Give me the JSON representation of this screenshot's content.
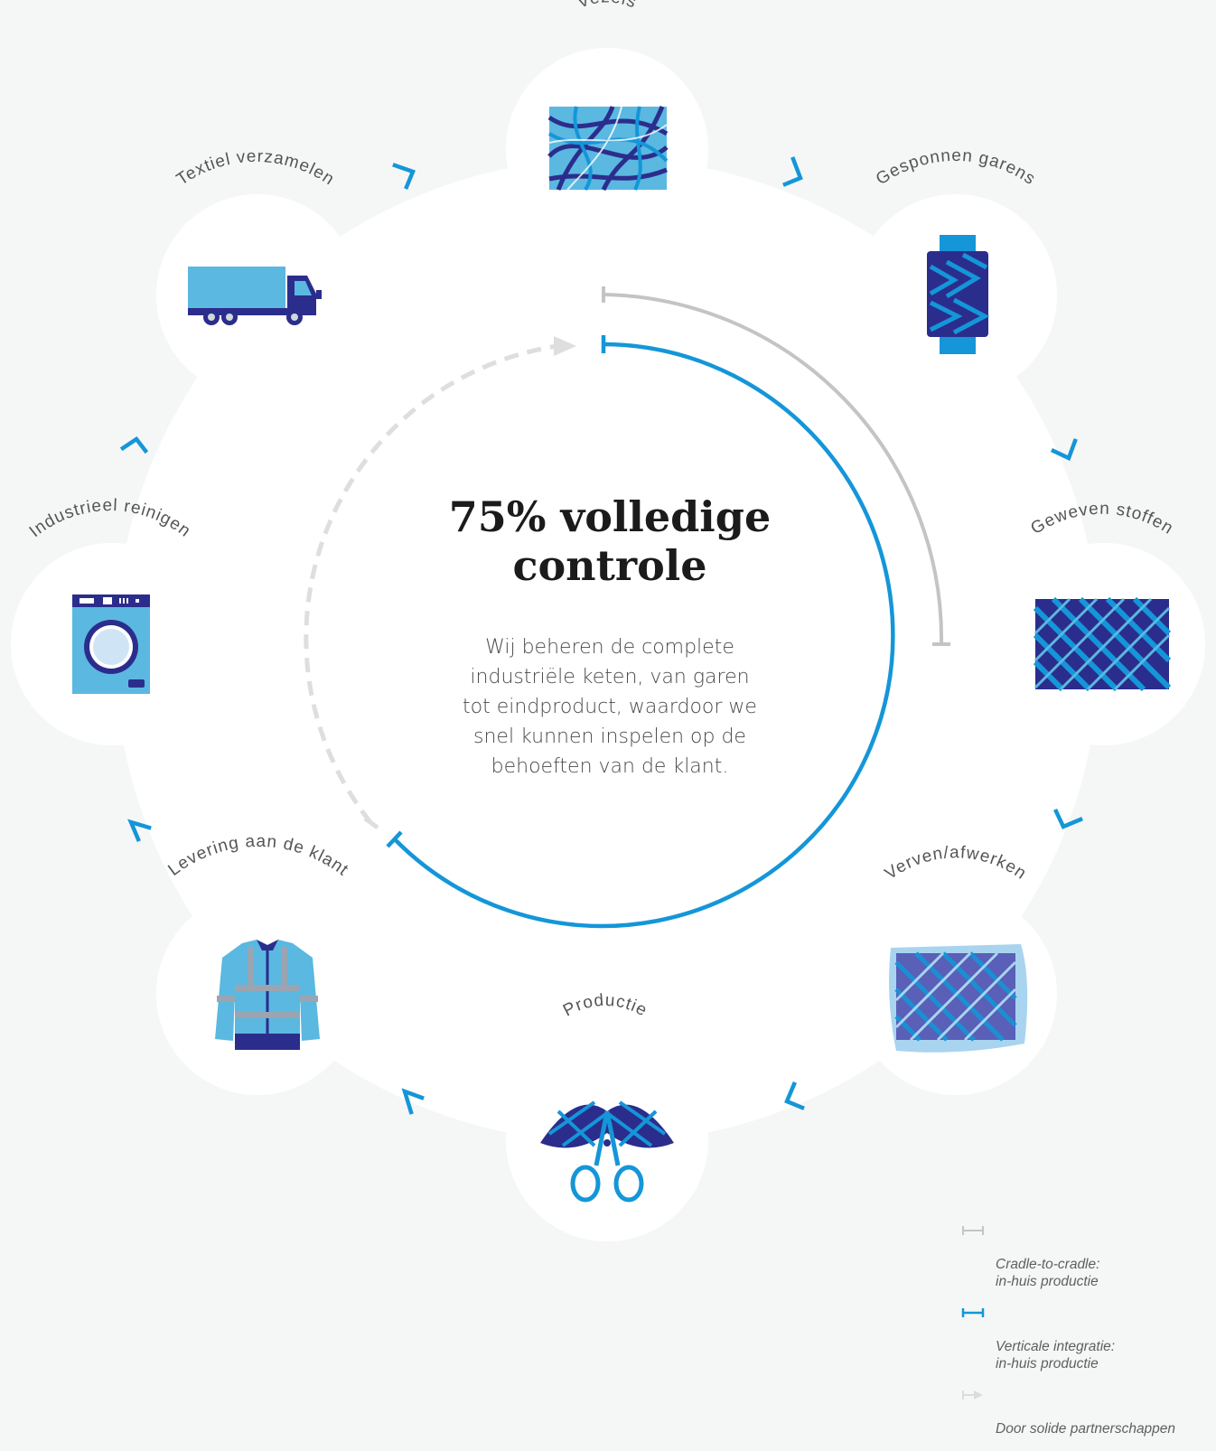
{
  "center": {
    "title": "75% volledige\ncontrole",
    "text": "Wij beheren de complete\nindustriële keten, van garen\ntot eindproduct, waardoor we\nsnel kunnen inspelen op de\nbehoeften van de klant."
  },
  "stages": [
    {
      "label": "Vezels",
      "icon": "fibers-icon"
    },
    {
      "label": "Gesponnen garens",
      "icon": "yarn-spool-icon"
    },
    {
      "label": "Geweven stoffen",
      "icon": "woven-fabric-icon"
    },
    {
      "label": "Verven/afwerken",
      "icon": "dyed-fabric-icon"
    },
    {
      "label": "Productie",
      "icon": "scissors-fabric-icon"
    },
    {
      "label": "Levering aan de klant",
      "icon": "jacket-icon"
    },
    {
      "label": "Industrieel reinigen",
      "icon": "washing-machine-icon"
    },
    {
      "label": "Textiel verzamelen",
      "icon": "truck-icon"
    }
  ],
  "legend": [
    {
      "label": "Cradle-to-cradle:\nin-huis productie",
      "style": "grey-bracket",
      "color": "#c4c4c4"
    },
    {
      "label": "Verticale integratie:\nin-huis productie",
      "style": "blue-bracket",
      "color": "#1496d8"
    },
    {
      "label": "Door solide partnerschappen",
      "style": "dashed-arrow",
      "color": "#dcdcdc"
    }
  ],
  "colors": {
    "accent": "#1496d8",
    "navy": "#2b2d8c",
    "light_blue": "#5bb8e0",
    "grey": "#c4c4c4"
  }
}
